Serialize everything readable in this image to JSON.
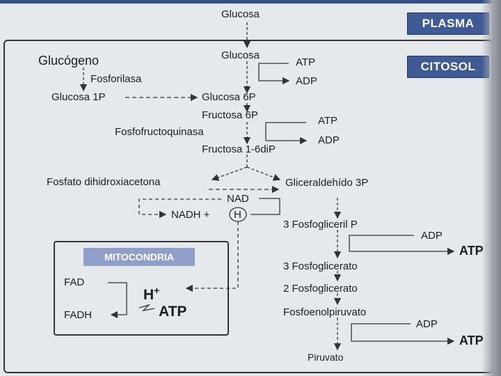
{
  "compartments": {
    "plasma": "PLASMA",
    "citosol": "CITOSOL",
    "mitocondria": "MITOCONDRIA"
  },
  "metabolites": {
    "glucosa_plasma": "Glucosa",
    "glucogeno": "Glucógeno",
    "glucosa": "Glucosa",
    "glucosa_1p": "Glucosa 1P",
    "glucosa_6p": "Glucosa 6P",
    "fructosa_6p": "Fructosa 6P",
    "fructosa_16dip": "Fructosa 1-6diP",
    "fosfato_dihidroxiacetona": "Fosfato dihidroxiacetona",
    "gliceraldehido_3p": "Gliceraldehído 3P",
    "fosfoglyceril_3": "3 Fosfogliceril P",
    "fosfoglicerato_3": "3 Fosfoglicerato",
    "fosfoglicerato_2": "2 Fosfoglicerato",
    "fosfoenolpiruvato": "Fosfoenolpiruvato",
    "piruvato": "Piruvato"
  },
  "enzymes": {
    "fosforilasa": "Fosforilasa",
    "fosfofructoquinasa": "Fosfofructoquinasa"
  },
  "cofactors": {
    "atp1": "ATP",
    "adp1": "ADP",
    "atp2": "ATP",
    "adp2": "ADP",
    "nad": "NAD",
    "nadh": "NADH +",
    "h": "H",
    "adp3": "ADP",
    "atp3": "ATP",
    "adp4": "ADP",
    "atp4": "ATP"
  },
  "mito": {
    "fad": "FAD",
    "fadh": "FADH",
    "h_plus": "H",
    "plus": "+",
    "atp": "ATP"
  },
  "colors": {
    "badge": "#3f5b95",
    "mito_badge": "#8f9fc8"
  }
}
